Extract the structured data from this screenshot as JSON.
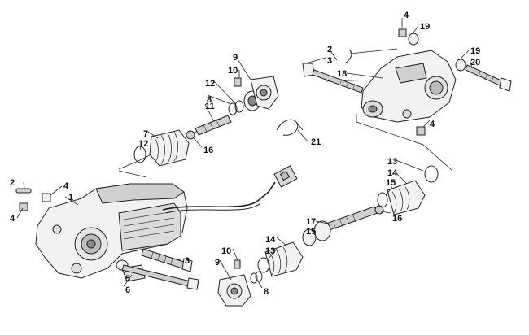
{
  "callouts": [
    {
      "id": "c1",
      "text": "1"
    },
    {
      "id": "c2a",
      "text": "2"
    },
    {
      "id": "c2b",
      "text": "2"
    },
    {
      "id": "c3a",
      "text": "3"
    },
    {
      "id": "c3b",
      "text": "3"
    },
    {
      "id": "c4a",
      "text": "4"
    },
    {
      "id": "c4b",
      "text": "4"
    },
    {
      "id": "c4c",
      "text": "4"
    },
    {
      "id": "c4d",
      "text": "4"
    },
    {
      "id": "c5",
      "text": "5"
    },
    {
      "id": "c6",
      "text": "6"
    },
    {
      "id": "c7",
      "text": "7"
    },
    {
      "id": "c8a",
      "text": "8"
    },
    {
      "id": "c8b",
      "text": "8"
    },
    {
      "id": "c9a",
      "text": "9"
    },
    {
      "id": "c9b",
      "text": "9"
    },
    {
      "id": "c10a",
      "text": "10"
    },
    {
      "id": "c10b",
      "text": "10"
    },
    {
      "id": "c11",
      "text": "11"
    },
    {
      "id": "c12a",
      "text": "12"
    },
    {
      "id": "c12b",
      "text": "12"
    },
    {
      "id": "c13a",
      "text": "13"
    },
    {
      "id": "c13b",
      "text": "13"
    },
    {
      "id": "c14a",
      "text": "14"
    },
    {
      "id": "c14b",
      "text": "14"
    },
    {
      "id": "c15a",
      "text": "15"
    },
    {
      "id": "c15b",
      "text": "15"
    },
    {
      "id": "c16a",
      "text": "16"
    },
    {
      "id": "c16b",
      "text": "16"
    },
    {
      "id": "c17",
      "text": "17"
    },
    {
      "id": "c18",
      "text": "18"
    },
    {
      "id": "c19a",
      "text": "19"
    },
    {
      "id": "c19b",
      "text": "19"
    },
    {
      "id": "c20",
      "text": "20"
    },
    {
      "id": "c21",
      "text": "21"
    }
  ]
}
